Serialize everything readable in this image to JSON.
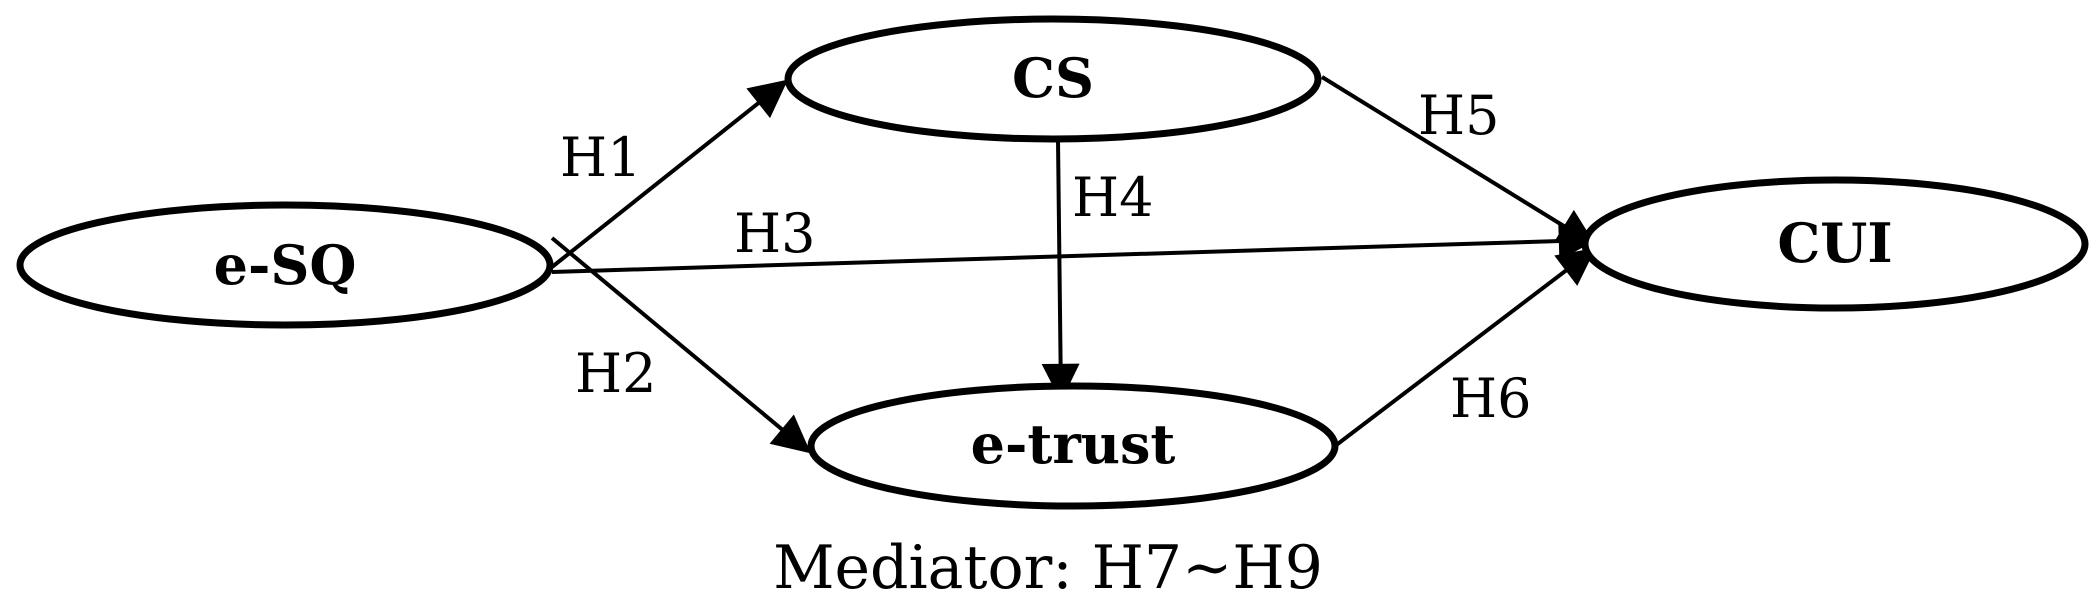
{
  "nodes": {
    "esq": "e-SQ",
    "cs": "CS",
    "etrust": "e-trust",
    "cui": "CUI"
  },
  "edges": {
    "h1": "H1",
    "h2": "H2",
    "h3": "H3",
    "h4": "H4",
    "h5": "H5",
    "h6": "H6"
  },
  "caption": "Mediator: H7~H9",
  "colors": {
    "stroke": "#000000",
    "background": "#ffffff"
  }
}
